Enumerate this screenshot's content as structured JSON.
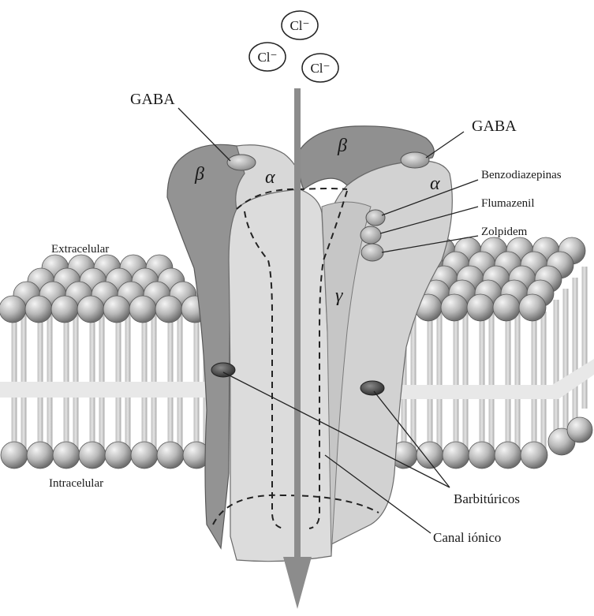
{
  "ions": [
    "Cl⁻",
    "Cl⁻",
    "Cl⁻"
  ],
  "labels": {
    "gaba_left": "GABA",
    "gaba_right": "GABA",
    "benzodiazepinas": "Benzodiazepinas",
    "flumazenil": "Flumazenil",
    "zolpidem": "Zolpidem",
    "extracelular": "Extracelular",
    "intracelular": "Intracelular",
    "barbituricos": "Barbitúricos",
    "canal_ionico": "Canal iónico"
  },
  "subunits": {
    "beta_left": "β",
    "alpha_left": "α",
    "beta_right": "β",
    "alpha_right": "α",
    "gamma": "γ"
  },
  "colors": {
    "dark_subunit": "#8f8f8f",
    "light_subunit": "#d6d6d6",
    "mid_subunit": "#c4c4c4",
    "arrow": "#8a8a8a",
    "lipid_head": "#b8b8b8",
    "tail": "#cfcfcf"
  }
}
